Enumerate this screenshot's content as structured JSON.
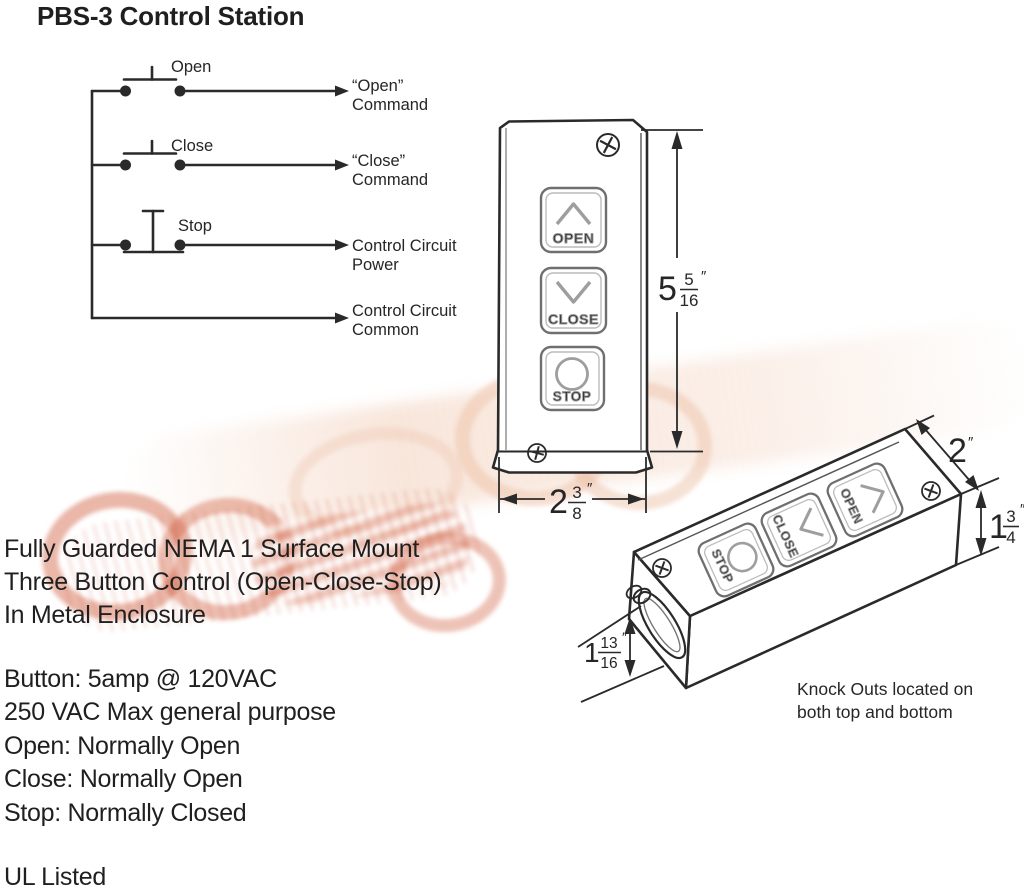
{
  "title": "PBS-3 Control Station",
  "colors": {
    "line": "#2a2a2a",
    "button_outline": "#6f6f6f",
    "button_detail": "#9e9e9e",
    "watermark_strong": "#ce5432",
    "watermark_light": "#f2cdb8"
  },
  "schematic": {
    "branches": [
      {
        "switch": "Open",
        "out1": "“Open”",
        "out2": "Command"
      },
      {
        "switch": "Close",
        "out1": "“Close”",
        "out2": "Command"
      },
      {
        "switch": "Stop",
        "out1": "Control Circuit",
        "out2": "Power"
      },
      {
        "switch": "",
        "out1": "Control Circuit",
        "out2": "Common"
      }
    ]
  },
  "buttons": {
    "open": "OPEN",
    "close": "CLOSE",
    "stop": "STOP"
  },
  "dims": {
    "front_height": {
      "whole": "5",
      "num": "5",
      "den": "16",
      "unit": "″"
    },
    "front_width": {
      "whole": "2",
      "num": "3",
      "den": "8",
      "unit": "″"
    },
    "iso_width": {
      "whole": "2",
      "unit": "″"
    },
    "iso_depth": {
      "whole": "1",
      "num": "3",
      "den": "4",
      "unit": "″"
    },
    "iso_knockout": {
      "whole": "1",
      "num": "13",
      "den": "16",
      "unit": "″"
    }
  },
  "iso_note": {
    "line1": "Knock Outs located on",
    "line2": "both top and bottom"
  },
  "description": {
    "line1": "Fully Guarded NEMA 1 Surface Mount",
    "line2": "Three Button Control (Open-Close-Stop)",
    "line3": "In Metal Enclosure"
  },
  "specs": {
    "line1": "Button: 5amp @ 120VAC",
    "line2": "250 VAC Max general purpose",
    "line3": "Open: Normally Open",
    "line4": "Close: Normally Open",
    "line5": "Stop: Normally Closed"
  },
  "listing": "UL Listed"
}
